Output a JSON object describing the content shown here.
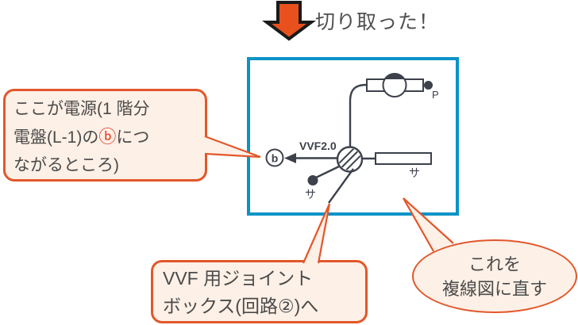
{
  "header": {
    "title": "切り取った！",
    "arrow_icon": "down-block-arrow",
    "arrow_color": "#e8511d"
  },
  "colors": {
    "frame_blue": "#0a93c7",
    "accent_orange": "#e2572b",
    "callout_bg": "#fdf0e6",
    "line_dark": "#3c414b",
    "text_dark": "#4a4a4a",
    "red_mark": "#e8321e"
  },
  "diagram": {
    "cable_label": "VVF2.0",
    "terminal_b": "b",
    "pendant_label": "P",
    "switch_sa_left": "サ",
    "switch_sa_right": "サ"
  },
  "callouts": {
    "power_source": {
      "line1": "ここが電源(1 階分",
      "line2_pre": "電盤(L-1)の",
      "line2_mark": "ⓑ",
      "line2_post": "につ",
      "line3": "ながるところ)"
    },
    "joint_box": {
      "line1": "VVF 用ジョイント",
      "line2": "ボックス(回路②)へ"
    },
    "convert": {
      "line1": "これを",
      "line2": "複線図に直す"
    }
  }
}
